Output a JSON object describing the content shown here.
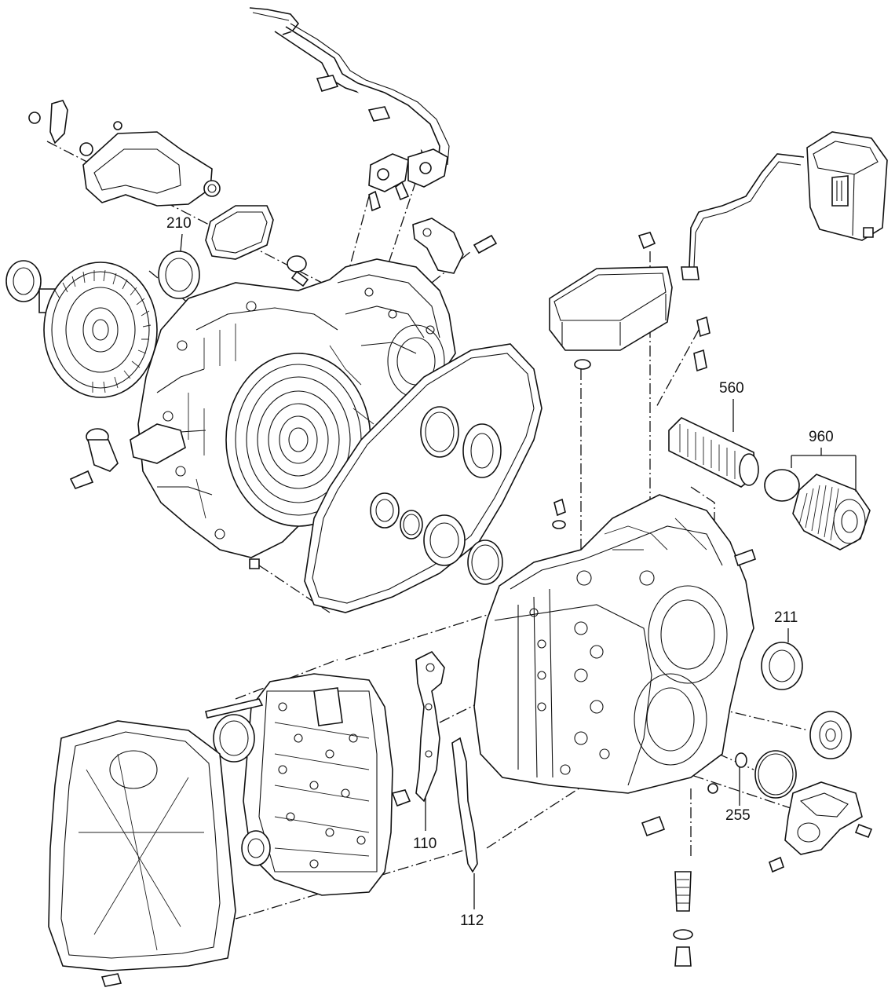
{
  "diagram": {
    "type": "exploded-parts-view",
    "line_color": "#111111",
    "background": "#ffffff",
    "callouts": [
      {
        "id": "c210",
        "label": "210"
      },
      {
        "id": "c560",
        "label": "560"
      },
      {
        "id": "c960",
        "label": "960"
      },
      {
        "id": "c211",
        "label": "211"
      },
      {
        "id": "c255",
        "label": "255"
      },
      {
        "id": "c110",
        "label": "110"
      },
      {
        "id": "c112",
        "label": "112"
      }
    ]
  }
}
